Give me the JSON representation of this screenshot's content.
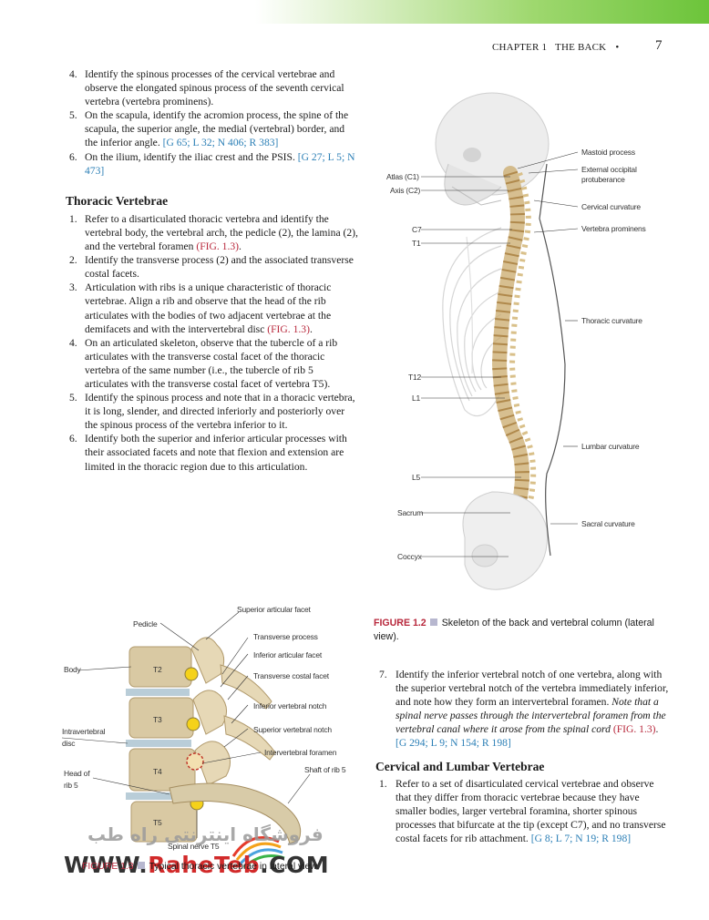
{
  "running_head": {
    "chapter": "CHAPTER 1",
    "section": "THE BACK",
    "bullet": "•",
    "page": "7"
  },
  "left_list_1": [
    {
      "num": "4.",
      "text": "Identify the spinous processes of the cervical vertebrae and observe the elongated spinous process of the seventh cervical vertebra (vertebra prominens).",
      "ref": ""
    },
    {
      "num": "5.",
      "text": "On the scapula, identify the acromion process, the spine of the scapula, the superior angle, the medial (vertebral) border, and the inferior angle.",
      "ref": "[G 65; L 32; N 406; R 383]"
    },
    {
      "num": "6.",
      "text": "On the ilium, identify the iliac crest and the PSIS.",
      "ref": "[G 27; L 5; N 473]"
    }
  ],
  "thoracic": {
    "title": "Thoracic Vertebrae",
    "items": [
      {
        "num": "1.",
        "text": "Refer to a disarticulated thoracic vertebra and identify the vertebral body, the vertebral arch, the pedicle (2), the lamina (2), and the vertebral foramen",
        "figref": "(FIG. 1.3)",
        "tail": "."
      },
      {
        "num": "2.",
        "text": "Identify the transverse process (2) and the associated transverse costal facets.",
        "figref": "",
        "tail": ""
      },
      {
        "num": "3.",
        "text": "Articulation with ribs is a unique characteristic of thoracic vertebrae. Align a rib and observe that the head of the rib articulates with the bodies of two adjacent vertebrae at the demifacets and with the intervertebral disc",
        "figref": "(FIG. 1.3)",
        "tail": "."
      },
      {
        "num": "4.",
        "text": "On an articulated skeleton, observe that the tubercle of a rib articulates with the transverse costal facet of the thoracic vertebra of the same number (i.e., the tubercle of rib 5 articulates with the transverse costal facet of vertebra T5).",
        "figref": "",
        "tail": ""
      },
      {
        "num": "5.",
        "text": "Identify the spinous process and note that in a thoracic vertebra, it is long, slender, and directed inferiorly and posteriorly over the spinous process of the vertebra inferior to it.",
        "figref": "",
        "tail": ""
      },
      {
        "num": "6.",
        "text": "Identify both the superior and inferior articular processes with their associated facets and note that flexion and extension are limited in the thoracic region due to this articulation.",
        "figref": "",
        "tail": ""
      }
    ]
  },
  "figure_1_2": {
    "labels": {
      "mastoid": "Mastoid process",
      "ext_occ_1": "External occipital",
      "ext_occ_2": "protuberance",
      "atlas": "Atlas (C1)",
      "axis": "Axis (C2)",
      "cervical": "Cervical curvature",
      "c7": "C7",
      "t1": "T1",
      "prominens": "Vertebra prominens",
      "thoracic": "Thoracic curvature",
      "t12": "T12",
      "l1": "L1",
      "lumbar": "Lumbar curvature",
      "l5": "L5",
      "sacrum": "Sacrum",
      "sacral": "Sacral curvature",
      "coccyx": "Coccyx"
    },
    "caption_tag": "FIGURE 1.2",
    "caption_text": "Skeleton of the back and vertebral column (lateral view)."
  },
  "figure_1_3": {
    "labels": {
      "sup_art": "Superior articular facet",
      "pedicle": "Pedicle",
      "trans_proc": "Transverse process",
      "inf_art": "Inferior articular facet",
      "body": "Body",
      "t2": "T2",
      "trans_costal": "Transverse costal facet",
      "t3": "T3",
      "inf_notch": "Inferior vertebral notch",
      "disc_1": "Intravertebral",
      "disc_2": "disc",
      "sup_notch": "Superior vertebral notch",
      "t4": "T4",
      "foramen": "Intervertebral foramen",
      "head_1": "Head of",
      "head_2": "rib 5",
      "shaft": "Shaft of rib 5",
      "t5": "T5",
      "spinal_nerve": "Spinal nerve T5"
    },
    "caption_tag": "FIGURE 1.3",
    "caption_text": "Typical thoracic vertebrae in lateral view."
  },
  "right_list": [
    {
      "num": "7.",
      "text": "Identify the inferior vertebral notch of one vertebra, along with the superior vertebral notch of the vertebra immediately inferior, and note how they form an intervertebral foramen.",
      "note": "Note that a spinal nerve passes through the intervertebral foramen from the vertebral canal where it arose from the spinal cord",
      "figref": "(FIG. 1.3)",
      "ref": "[G 294; L 9; N 154; R 198]"
    }
  ],
  "cervical_lumbar": {
    "title": "Cervical and Lumbar Vertebrae",
    "items": [
      {
        "num": "1.",
        "text": "Refer to a set of disarticulated cervical vertebrae and observe that they differ from thoracic vertebrae because they have smaller bodies, larger vertebral foramina, shorter spinous processes that bifurcate at the tip (except C7), and no transverse costal facets for rib attachment.",
        "ref": "[G 8; L 7; N 19; R 198]"
      }
    ]
  },
  "watermark": {
    "persian": "فروشگاه اینترنتی راه طب",
    "url_prefix": "WWW.",
    "url_brand": "RaheTeb",
    "url_suffix": ".COM"
  }
}
